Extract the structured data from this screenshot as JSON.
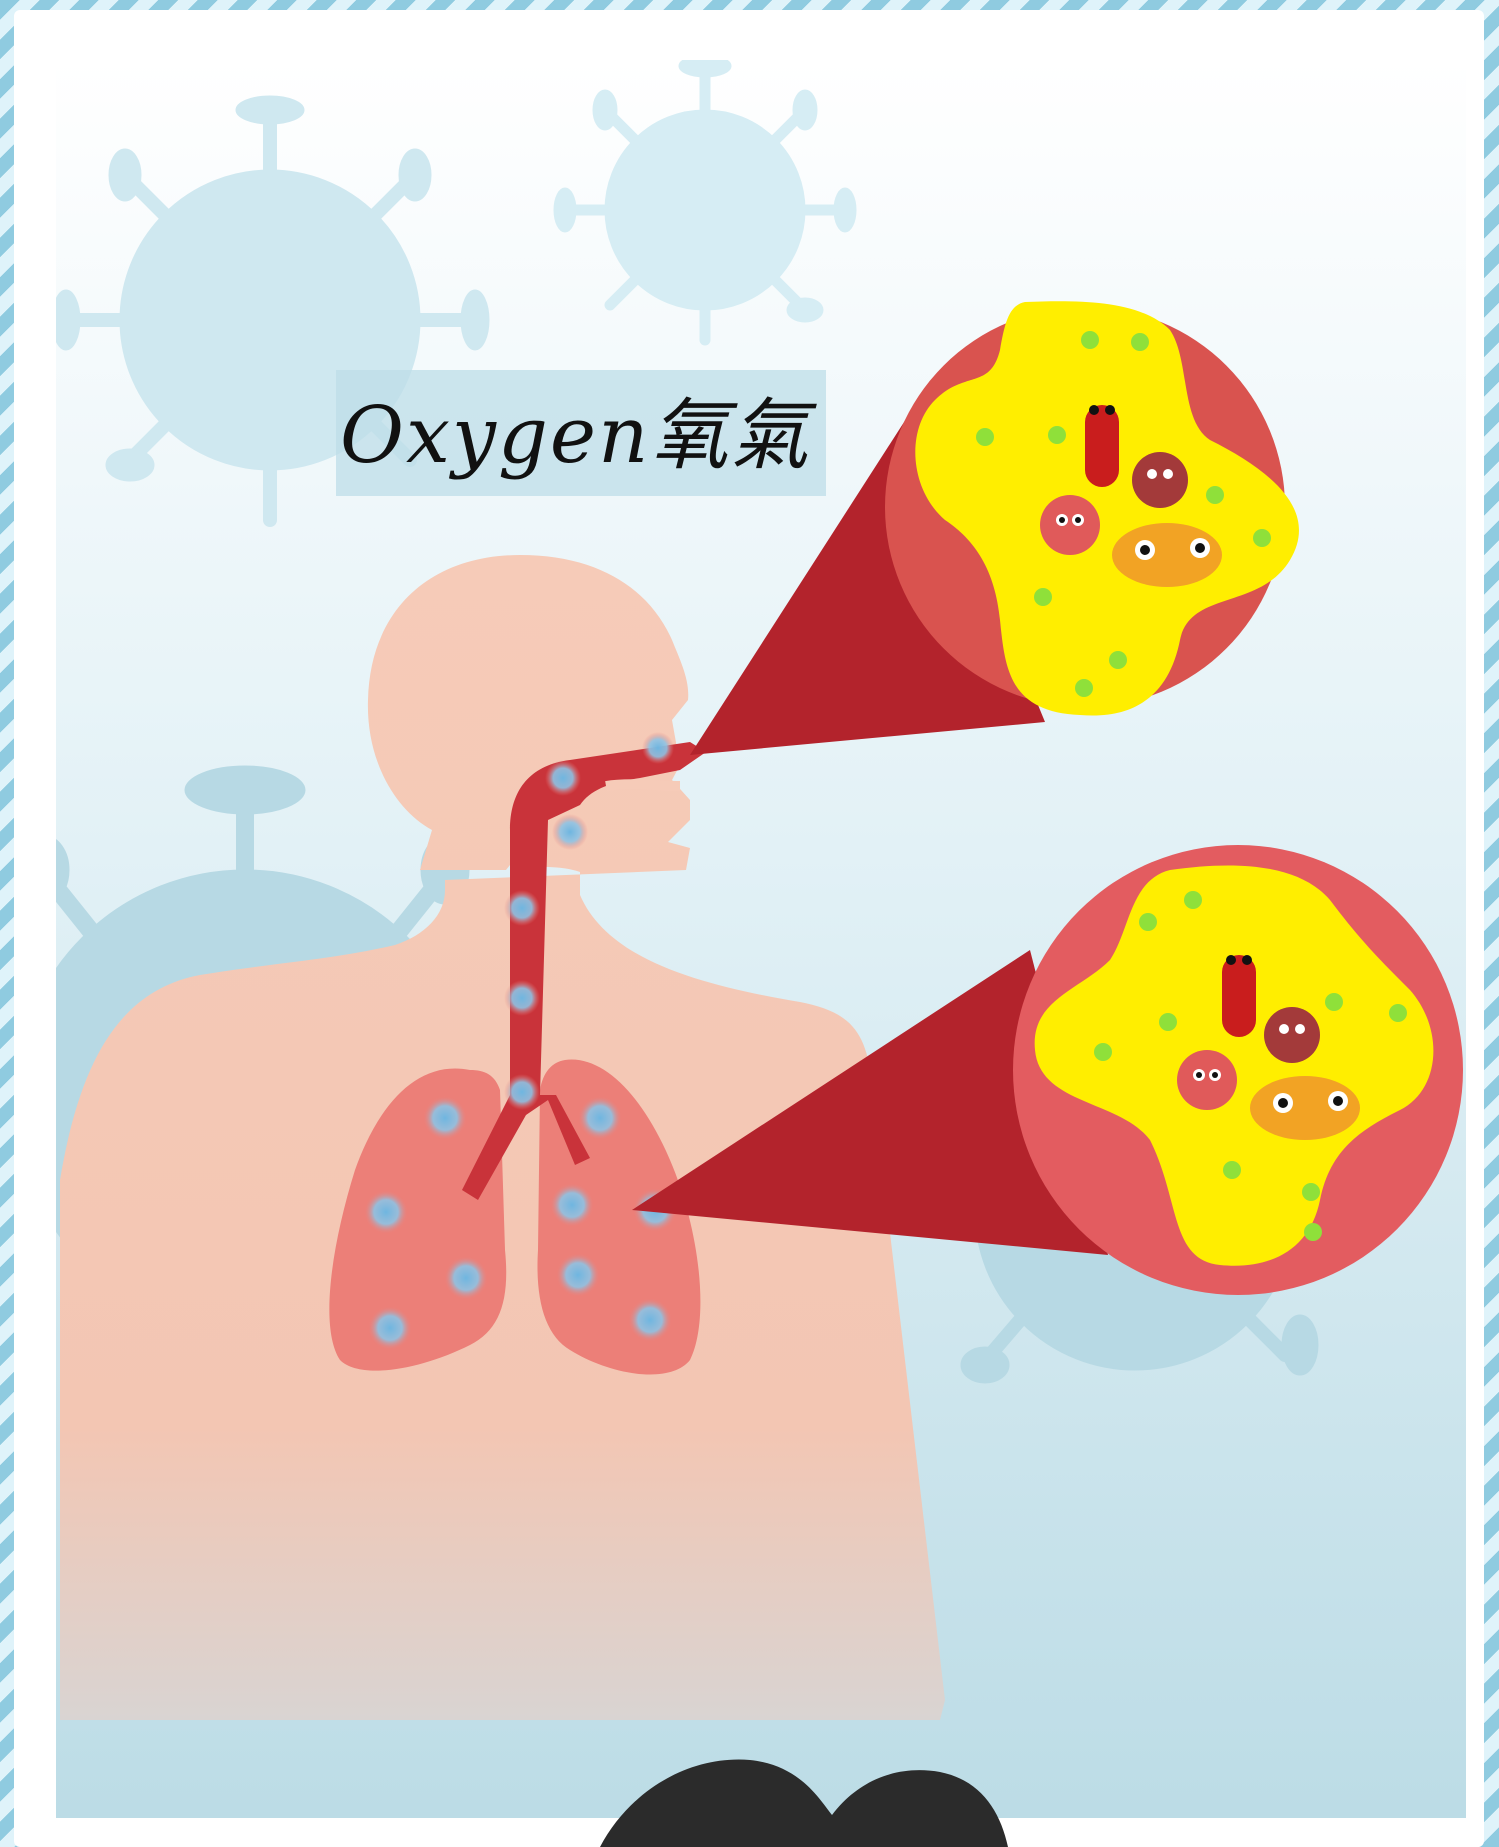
{
  "label": {
    "text": "Oxygen氧氣"
  },
  "icons": {
    "background_viruses": "virus-icon",
    "body": "human-silhouette",
    "lungs": "lungs-icon",
    "trachea": "trachea-icon",
    "magnified_views": "magnifier-circle",
    "germ_characters": "germ-character-icon"
  },
  "colors": {
    "sky_top": "#ffffff",
    "sky_bottom": "#bcdce6",
    "virus_bg": "#a9d4e2",
    "body": "#f6cbb8",
    "lungs": "#ec7f78",
    "airway": "#c9333a",
    "oxygen_dot": "#6fb6e0",
    "zoom_outer": "#d9534f",
    "zoom_inner": "#ffee00",
    "green_dot": "#8fe03a"
  }
}
